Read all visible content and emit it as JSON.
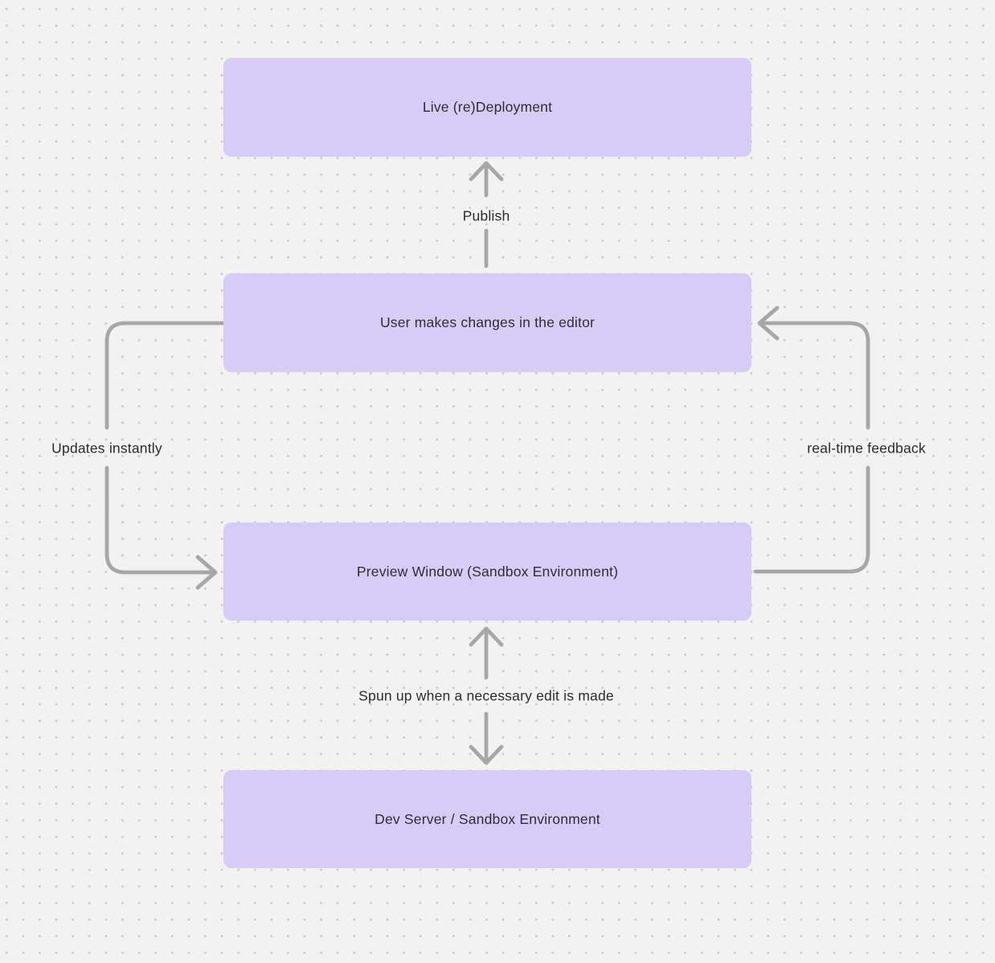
{
  "diagram": {
    "nodes": [
      {
        "id": "live-redeployment",
        "label": "Live (re)Deployment"
      },
      {
        "id": "user-editor",
        "label": "User makes changes in the editor"
      },
      {
        "id": "preview-window",
        "label": "Preview Window (Sandbox Environment)"
      },
      {
        "id": "dev-server",
        "label": "Dev Server / Sandbox Environment"
      }
    ],
    "edge_labels": {
      "publish": "Publish",
      "updates_instantly": "Updates instantly",
      "realtime_feedback": "real-time feedback",
      "spun_up": "Spun up when a necessary edit is made"
    }
  },
  "colors": {
    "bg": "#f2f2f2",
    "dot": "#c8c8c8",
    "node_fill": "#d6ccf5",
    "node_text": "#2e2e35",
    "label_text": "#2b2b30",
    "arrow": "#a7a7a7"
  }
}
